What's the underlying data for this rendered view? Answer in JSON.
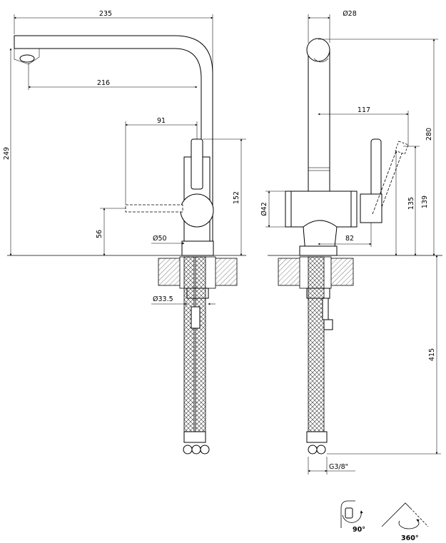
{
  "front_view": {
    "dims": {
      "width_total": "235",
      "spout_reach": "216",
      "height_total": "249",
      "lever_offset": "91",
      "lever_height": "152",
      "lever_axis_height": "56",
      "body_diameter": "Ø50",
      "hole_diameter": "Ø33.5"
    }
  },
  "side_view": {
    "dims": {
      "spout_diameter": "Ø28",
      "lever_reach": "117",
      "height_total": "280",
      "height_lever_max": "139",
      "height_lever": "135",
      "base_diameter": "Ø42",
      "base_offset": "82",
      "hose_length": "415",
      "thread": "G3/8\""
    }
  },
  "rotation": {
    "lever_angle": "90°",
    "spout_swivel": "360°"
  },
  "colors": {
    "line": "#000000",
    "hatch": "#555555",
    "background": "#ffffff"
  }
}
